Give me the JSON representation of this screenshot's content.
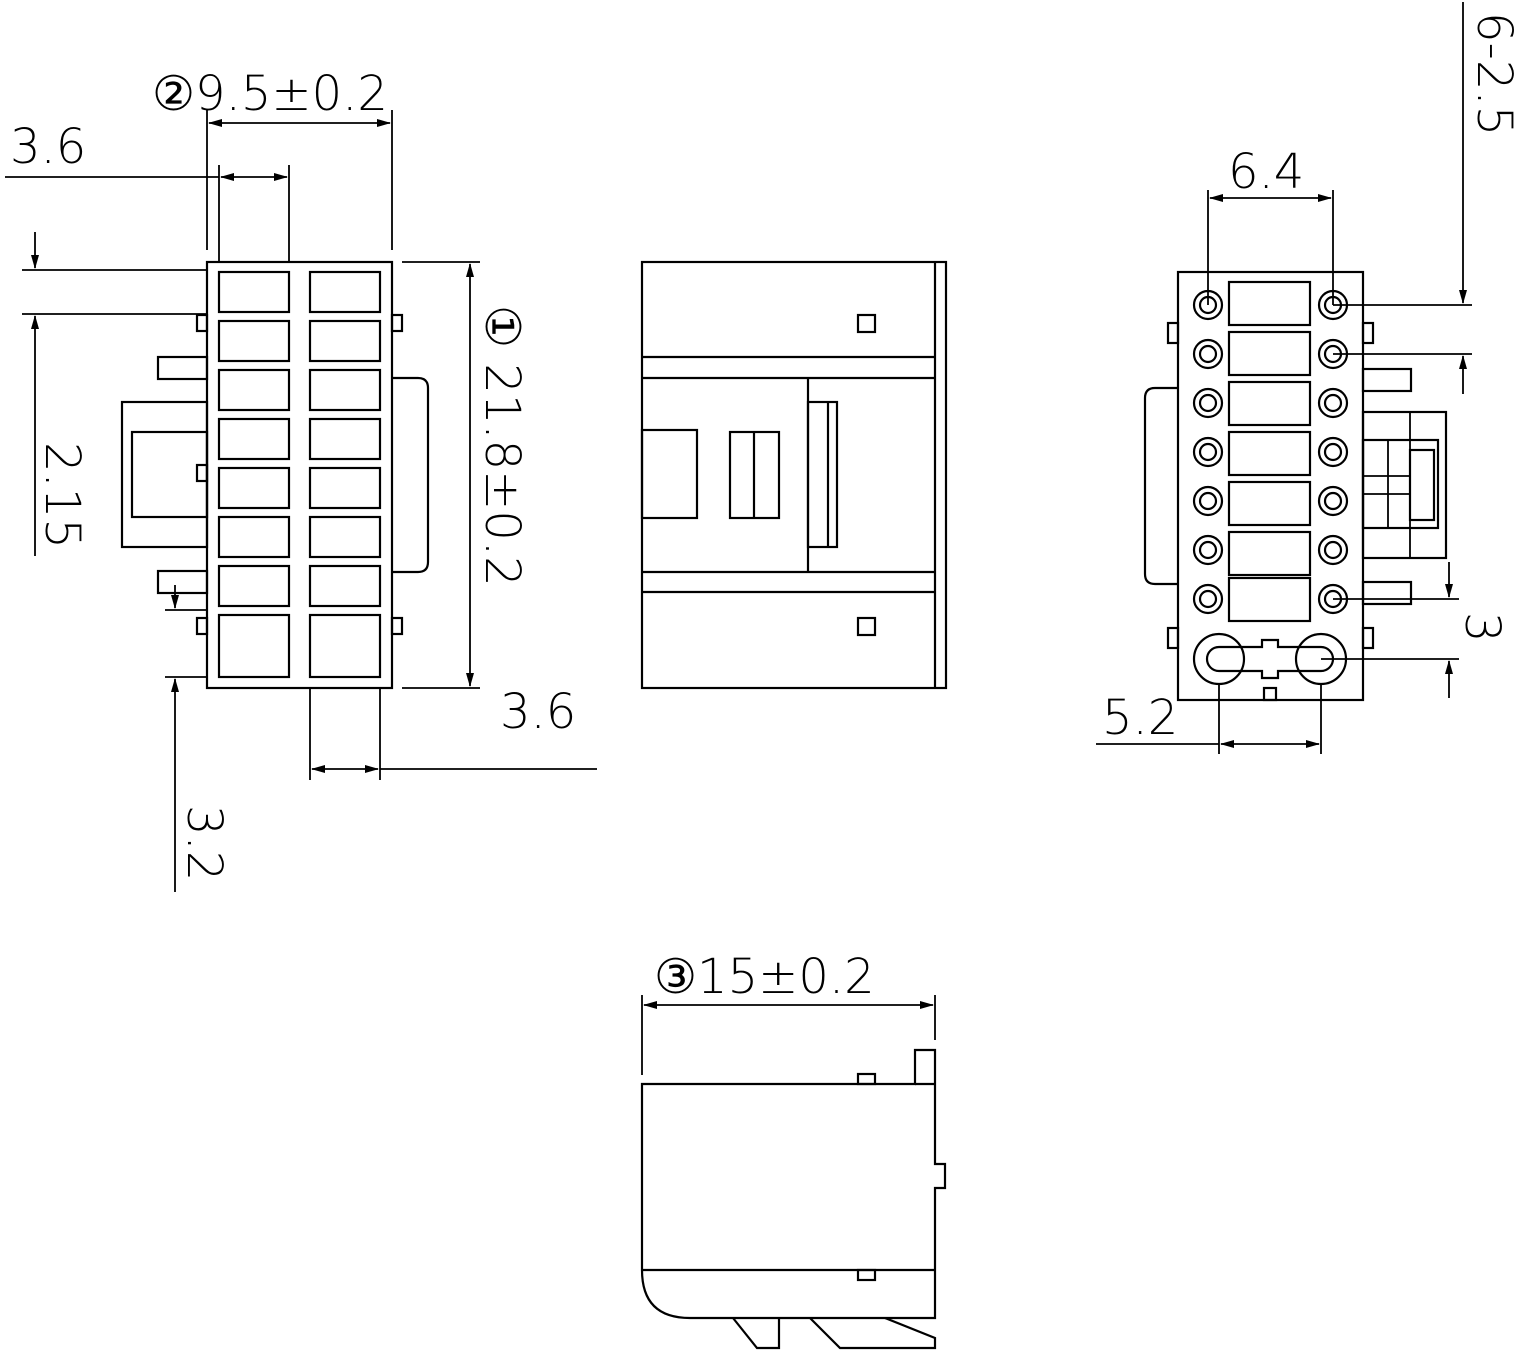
{
  "dimensions": {
    "top_width": "②9.5±0.2",
    "pitch_left_top": "3.6",
    "height_total": "① 21.8±0.2",
    "pitch_vertical": "2.15",
    "bottom_pitch": "3.6",
    "bottom_offset": "3.2",
    "hole_spacing": "6.4",
    "hole_spec": "6-2.5",
    "peg_offset": "3",
    "peg_spacing": "5.2",
    "side_width": "③15±0.2"
  },
  "colors": {
    "line": "#000000",
    "background": "#ffffff"
  }
}
